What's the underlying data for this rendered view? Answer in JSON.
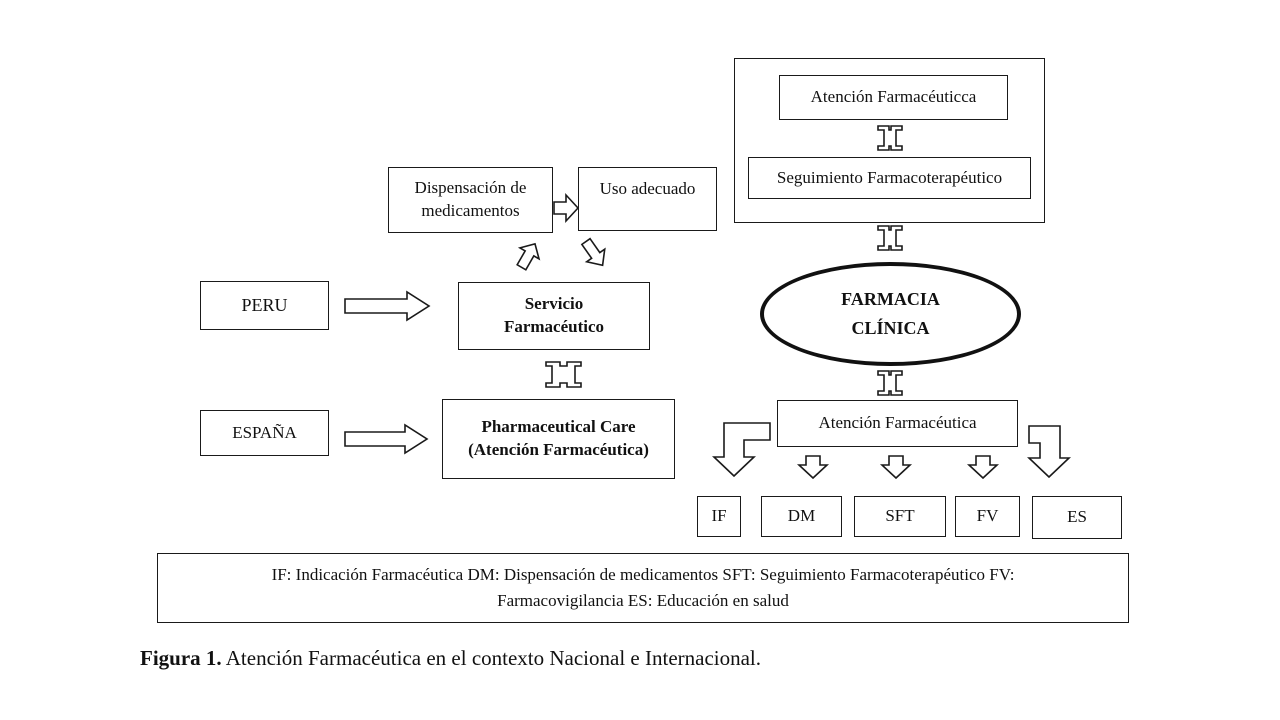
{
  "boxes": {
    "dispensacion": [
      "Dispensación de",
      "medicamentos"
    ],
    "uso": "Uso adecuado",
    "peru": "PERU",
    "espana": "ESPAÑA",
    "servicio": [
      "Servicio",
      "Farmacéutico"
    ],
    "pharm_care": [
      "Pharmaceutical Care",
      "(Atención Farmacéutica)"
    ],
    "atencion_top": "Atención Farmacéuticca",
    "seguimiento": "Seguimiento Farmacoterapéutico",
    "farmacia": [
      "FARMACIA",
      "CLÍNICA"
    ],
    "atencion_bottom": "Atención Farmacéutica",
    "if": "IF",
    "dm": "DM",
    "sft": "SFT",
    "fv": "FV",
    "es": "ES"
  },
  "legend": [
    "IF: Indicación Farmacéutica DM: Dispensación de medicamentos SFT: Seguimiento Farmacoterapéutico FV:",
    "Farmacovigilancia ES: Educación en salud"
  ],
  "caption": {
    "label": "Figura 1.",
    "text": " Atención Farmacéutica en el contexto Nacional e Internacional."
  }
}
